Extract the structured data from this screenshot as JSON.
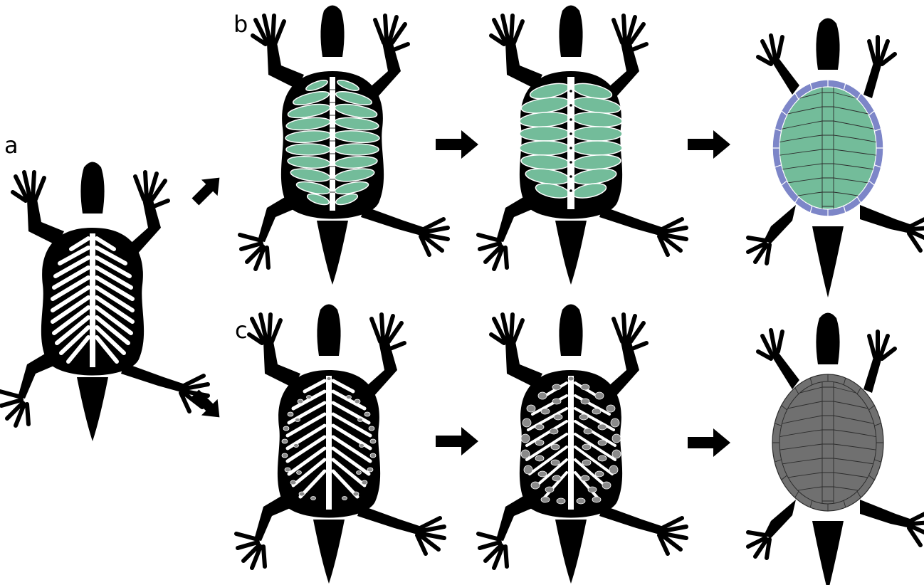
{
  "panels": {
    "a": {
      "label": "a"
    },
    "b": {
      "label": "b"
    },
    "c": {
      "label": "c"
    }
  },
  "colors": {
    "body": "#000000",
    "bone": "#ffffff",
    "green_plate": "#73bc9a",
    "blue_marginal": "#7d86c8",
    "gray_scute": "#707070",
    "gray_osteoderm": "#8a8a8a"
  },
  "diagram": {
    "arrows": [
      {
        "from": "a",
        "to": "b",
        "direction": "up-right"
      },
      {
        "from": "a",
        "to": "c",
        "direction": "down-right"
      },
      {
        "row": "b",
        "step": 1,
        "direction": "right"
      },
      {
        "row": "b",
        "step": 2,
        "direction": "right"
      },
      {
        "row": "c",
        "step": 1,
        "direction": "right"
      },
      {
        "row": "c",
        "step": 2,
        "direction": "right"
      }
    ],
    "stages": [
      {
        "panel": "a",
        "style": "ribs"
      },
      {
        "panel": "b",
        "style": "broadened-ribs"
      },
      {
        "panel": "b",
        "style": "fused-ribs"
      },
      {
        "panel": "b",
        "style": "green-shell"
      },
      {
        "panel": "c",
        "style": "osteoderms"
      },
      {
        "panel": "c",
        "style": "dense-osteoderms"
      },
      {
        "panel": "c",
        "style": "gray-shell"
      }
    ]
  }
}
